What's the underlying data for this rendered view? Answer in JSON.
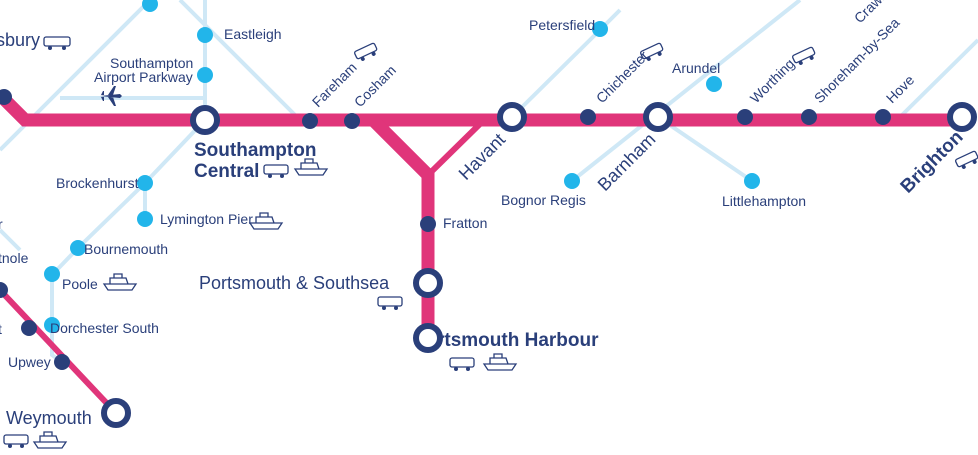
{
  "colors": {
    "main_line": "#e0357a",
    "minor_line": "#cfe8f6",
    "station_light": "#22b5ea",
    "station_dark": "#2a3f7a",
    "text": "#2a3f7a"
  },
  "stations": {
    "salisbury": "sbury",
    "eastleigh": "Eastleigh",
    "southampton_airport_line1": "Southampton",
    "southampton_airport_line2": "Airport Parkway",
    "southampton_central_line1": "Southampton",
    "southampton_central_line2": "Central",
    "fareham": "Fareham",
    "cosham": "Cosham",
    "petersfield": "Petersfield",
    "havant": "Havant",
    "chichester": "Chichester",
    "arundel": "Arundel",
    "barnham": "Barnham",
    "worthing": "Worthing",
    "shoreham": "Shoreham-by-Sea",
    "hove": "Hove",
    "crawley": "Crawl",
    "brighton": "Brighton",
    "bognor_regis": "Bognor Regis",
    "littlehampton": "Littlehampton",
    "fratton": "Fratton",
    "portsmouth_southsea": "Portsmouth & Southsea",
    "portsmouth_harbour": "rtsmouth Harbour",
    "brockenhurst": "Brockenhurst",
    "lymington_pier": "Lymington Pier",
    "bournemouth": "Bournemouth",
    "poole": "Poole",
    "branksome_partial": "tnole",
    "partial_left_top": "r",
    "partial_left_mid": "t",
    "dorchester_south": "Dorchester South",
    "upwey": "Upwey",
    "weymouth": "Weymouth"
  },
  "icons": {
    "airport": "airplane-icon",
    "bus": "bus-icon",
    "ferry": "ferry-icon"
  }
}
